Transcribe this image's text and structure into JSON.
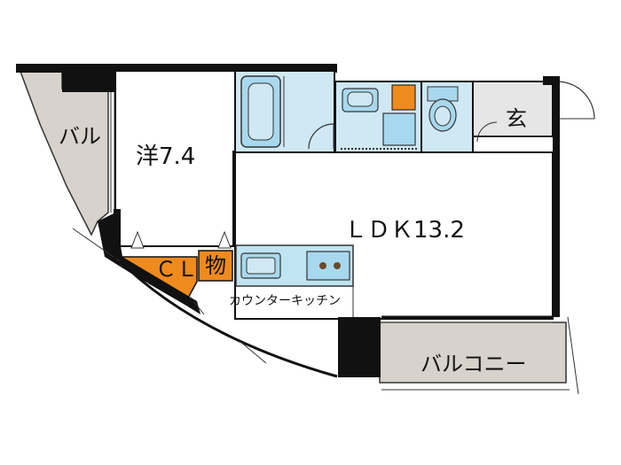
{
  "rooms": {
    "western_room": "洋7.4",
    "ldk": "ＬＤＫ13.2",
    "entrance": "玄",
    "balcony_left": "バル",
    "balcony_bottom": "バルコニー",
    "closet": "ＣＬ",
    "storage": "物",
    "kitchen_note": "カウンターキッチン"
  },
  "colors": {
    "wall": "#111111",
    "balcony_fill": "#d8d2cc",
    "wet_area_fill": "#cfe8f4",
    "fixture_fill": "#a8d8ee",
    "closet_fill": "#ef8a1e",
    "kitchen_fill": "#bfe4f2",
    "entrance_fill": "#e6e6e6"
  }
}
